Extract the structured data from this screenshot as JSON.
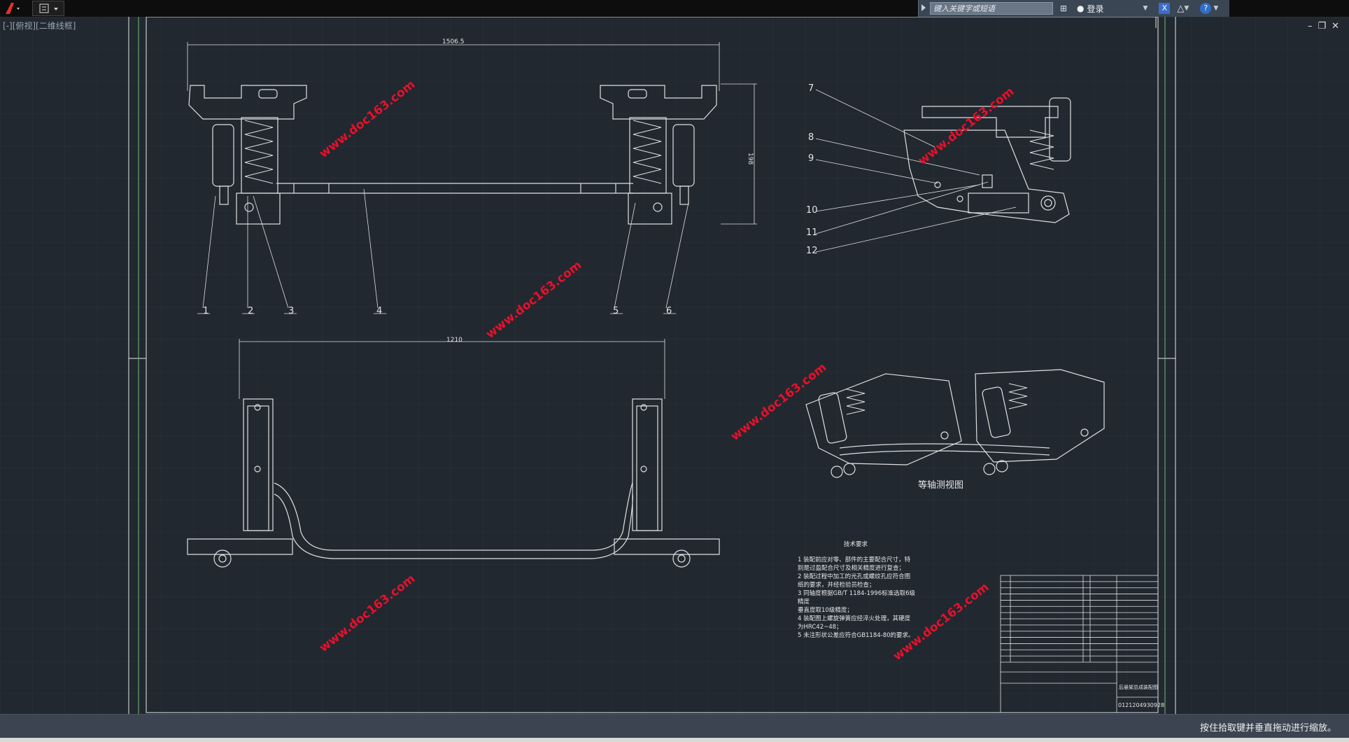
{
  "toolbar": {
    "app_menu_icon": "autocad-logo-icon",
    "search_placeholder": "键入关键字或短语",
    "login_label": "登录",
    "help_icon": "help-icon"
  },
  "viewport": {
    "label": "[-][俯视][二维线框]"
  },
  "drawing": {
    "dim_top_width": "1506.5",
    "dim_height": "198",
    "dim_bottom_width": "1210",
    "balloons": [
      "1",
      "2",
      "3",
      "4",
      "5",
      "6",
      "7",
      "8",
      "9",
      "10",
      "11",
      "12"
    ],
    "watermark": "www.doc163.com",
    "iso_view_label": "等轴测视图",
    "tech_req_title": "技术要求",
    "tech_req_lines": [
      "1 装配前应对零、部件的主要配合尺寸，特",
      "别是过盈配合尺寸及相关精度进行复查；",
      "2 装配过程中加工的光孔或螺纹孔应符合图",
      "纸的要求，并经检验员检查；",
      "3 同轴度根据GB/T 1184-1996标准选取6级",
      "精度",
      "垂直度取10级精度；",
      "4 装配图上螺旋弹簧应经淬火处理，其硬度",
      "为HRC42~48；",
      "5  未注形状公差应符合GB1184-80的要求。"
    ],
    "title_block_name": "后悬架总成装配图",
    "drawing_number": "0121204930928"
  },
  "status": {
    "message": "按住拾取键并垂直拖动进行缩放。"
  }
}
